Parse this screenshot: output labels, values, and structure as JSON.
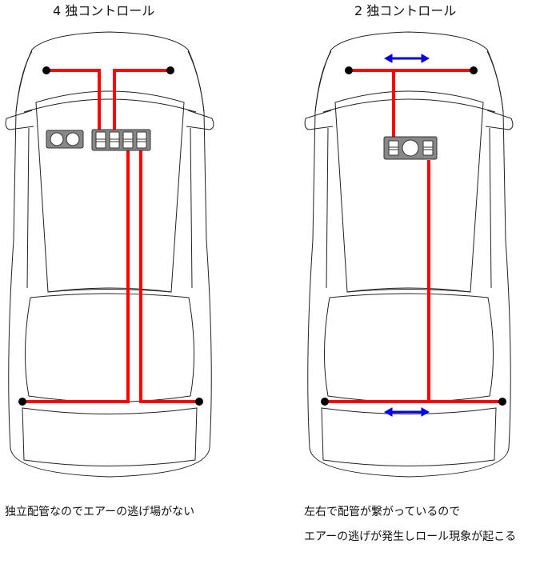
{
  "left": {
    "title": "4 独コントロール",
    "caption": "独立配管なのでエアーの逃げ場がない"
  },
  "right": {
    "title": "2 独コントロール",
    "caption_line1": "左右で配管が繋がっているので",
    "caption_line2": "エアーの逃げが発生しロール現象が起こる"
  },
  "colors": {
    "pipe": "#ff0000",
    "arrow": "#0000ee",
    "box": "#888888"
  }
}
